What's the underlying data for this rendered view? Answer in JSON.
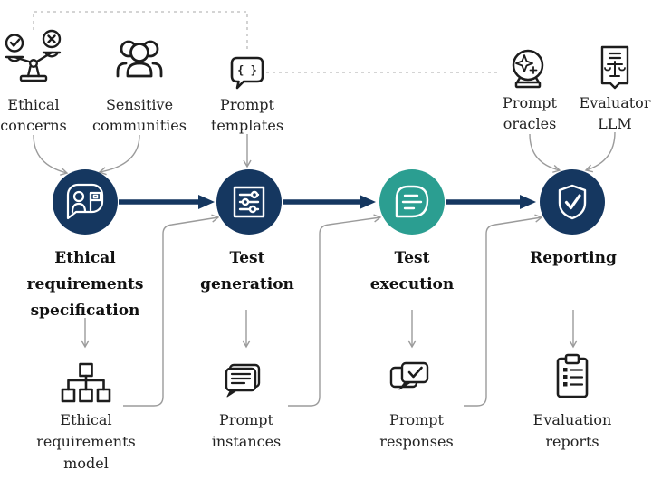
{
  "colors": {
    "navy": "#153760",
    "teal": "#2b9e91",
    "line_gray": "#9b9b9b",
    "dash_gray": "#bbbbbb",
    "icon_ink": "#1d1d1d",
    "text": "#232323"
  },
  "inputs": [
    {
      "label": "Ethical concerns",
      "icon": "balance-check-x-icon"
    },
    {
      "label": "Sensitive communities",
      "icon": "people-group-icon"
    },
    {
      "label": "Prompt templates",
      "icon": "code-bubble-icon",
      "glyph": "{ }"
    },
    {
      "label": "Prompt oracles",
      "icon": "crystal-ball-icon"
    },
    {
      "label": "Evaluator LLM",
      "icon": "scale-document-icon"
    }
  ],
  "stages": [
    {
      "label": "Ethical requirements specification",
      "color": "#153760",
      "icon": "person-flag-icon"
    },
    {
      "label": "Test generation",
      "color": "#153760",
      "icon": "sliders-icon"
    },
    {
      "label": "Test execution",
      "color": "#2b9e91",
      "icon": "chat-lines-icon"
    },
    {
      "label": "Reporting",
      "color": "#153760",
      "icon": "shield-check-icon"
    }
  ],
  "outputs": [
    {
      "label": "Ethical requirements model",
      "icon": "hierarchy-icon"
    },
    {
      "label": "Prompt instances",
      "icon": "chat-text-icon"
    },
    {
      "label": "Prompt responses",
      "icon": "chat-check-icon"
    },
    {
      "label": "Evaluation reports",
      "icon": "clipboard-list-icon"
    }
  ]
}
